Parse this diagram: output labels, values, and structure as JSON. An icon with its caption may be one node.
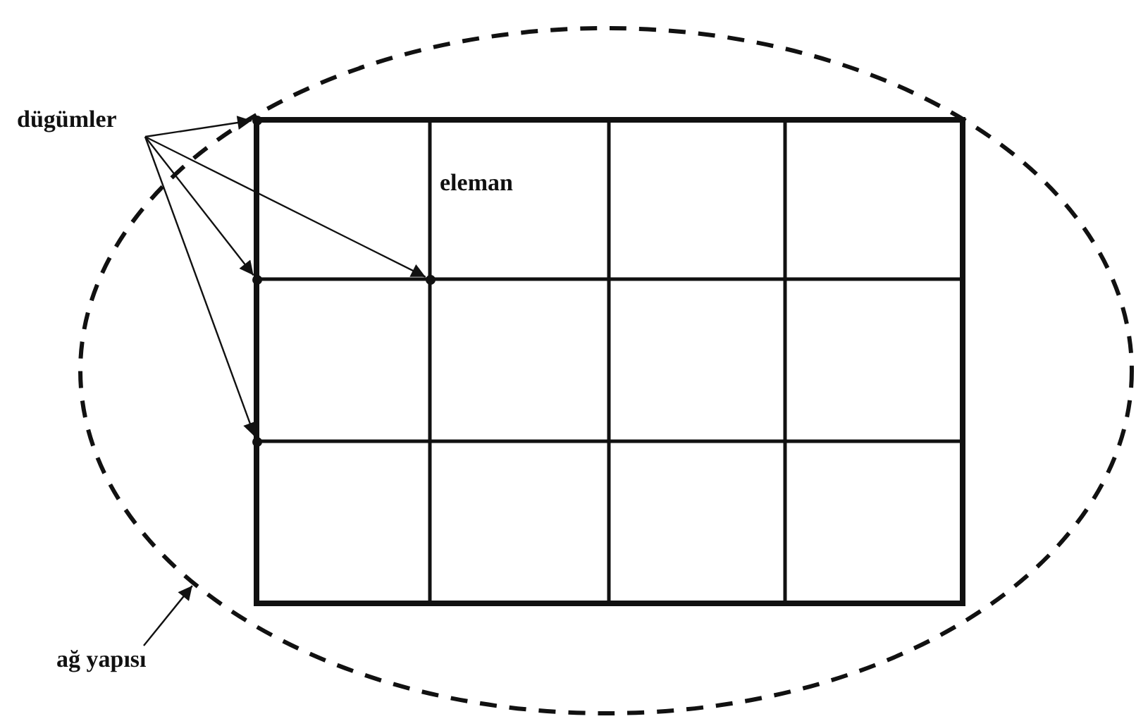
{
  "diagram": {
    "nodes": [
      {
        "text": [
          "dügümler"
        ]
      },
      {
        "text": [],
        "shape": "ellipse"
      },
      {
        "text": [],
        "shape": "circle",
        "in": 1
      },
      {
        "text": [],
        "shape": "circle",
        "in": 1
      },
      {
        "text": [],
        "shape": "circle",
        "in": 1
      },
      {
        "text": [],
        "shape": "circle",
        "in": 1
      },
      {
        "text": [
          "ağ yapısı"
        ]
      }
    ],
    "edges": [
      {
        "from": 0,
        "to": 2,
        "arrow": "to"
      },
      {
        "from": 0,
        "to": 3,
        "arrow": "to"
      },
      {
        "from": 0,
        "to": 4,
        "arrow": "to"
      },
      {
        "from": 0,
        "to": 5,
        "arrow": "to"
      },
      {
        "from": 6,
        "to": 1,
        "arrow": "to"
      }
    ],
    "labels": [
      "eleman"
    ]
  }
}
